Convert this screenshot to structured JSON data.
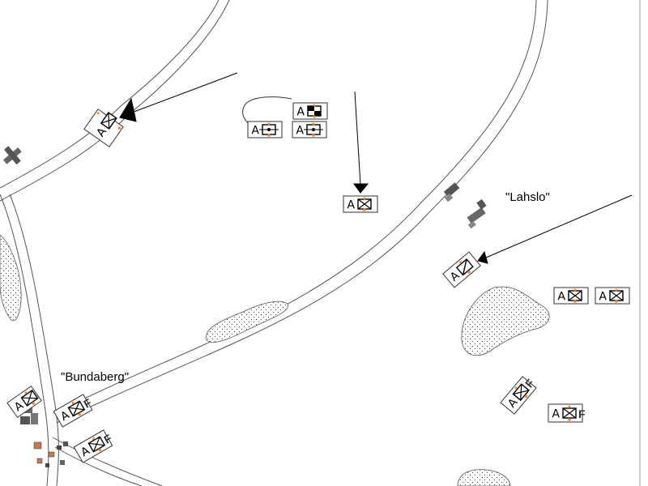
{
  "map": {
    "places": [
      {
        "id": "bundaberg",
        "name": "\"Bundaberg\""
      },
      {
        "id": "lahslo",
        "name": "\"Lahslo\""
      }
    ],
    "unit_symbols": {
      "friendly": "∀",
      "force_tag": "F"
    },
    "colors": {
      "background": "#ffffff",
      "road": "#555555",
      "unit_dot": "#ff7f27",
      "building": "#555555",
      "building_red": "#c87850"
    }
  }
}
